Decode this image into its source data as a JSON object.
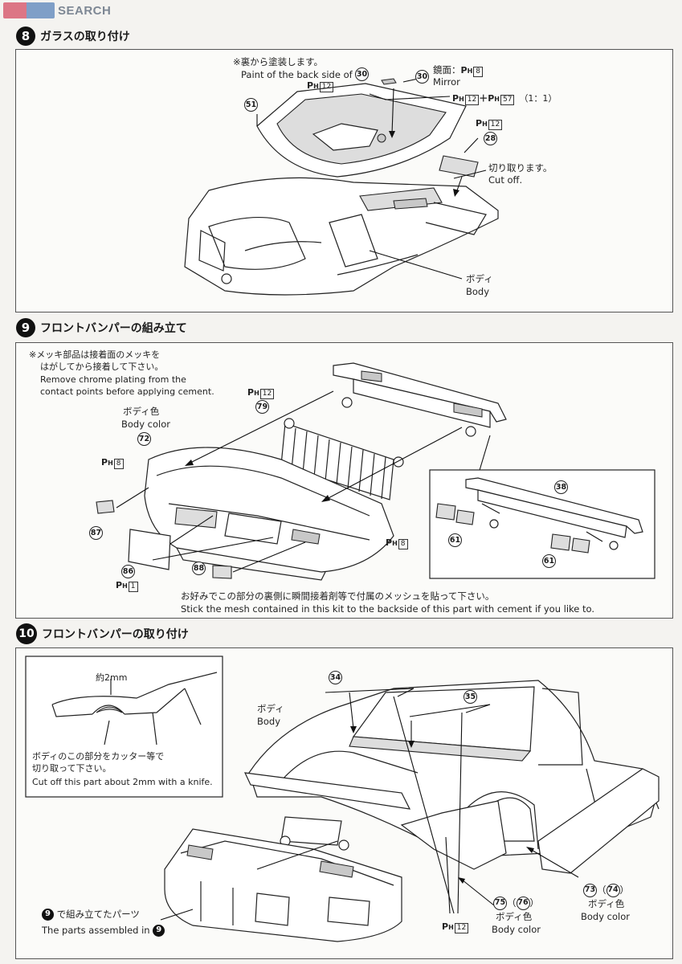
{
  "watermark": {
    "text": "SEARCH"
  },
  "steps": [
    {
      "number": "8",
      "title": "ガラスの取り付け"
    },
    {
      "number": "9",
      "title": "フロントバンパーの組み立て"
    },
    {
      "number": "10",
      "title": "フロントバンパーの取り付け"
    }
  ],
  "step8": {
    "note_jp": "※裏から塗装します。",
    "note_en": "Paint of the back side of",
    "mirror_jp": "鏡面：",
    "mirror_en": "Mirror",
    "mix_ratio": "（1：1）",
    "cut_jp": "切り取ります。",
    "cut_en": "Cut off.",
    "body_jp": "ボディ",
    "body_en": "Body",
    "parts": {
      "p30": "30",
      "p51": "51",
      "p28": "28"
    },
    "paints": {
      "ph": "P",
      "ph_sub": "H",
      "c12": "12",
      "c8": "8",
      "c57": "57",
      "plus": "＋"
    }
  },
  "step9": {
    "note_jp_1": "※メッキ部品は接着面のメッキを",
    "note_jp_2": "はがしてから接着して下さい。",
    "note_en_1": "Remove chrome plating from the",
    "note_en_2": "contact points before applying cement.",
    "bodycolor_jp": "ボディ色",
    "bodycolor_en": "Body color",
    "mesh_jp": "お好みでこの部分の裏側に瞬間接着剤等で付属のメッシュを貼って下さい。",
    "mesh_en": "Stick the mesh contained in this kit to the backside of this part with cement if you like to.",
    "parts": {
      "p79": "79",
      "p72": "72",
      "p87": "87",
      "p86": "86",
      "p88": "88",
      "p38": "38",
      "p61": "61"
    },
    "paints": {
      "c12": "12",
      "c8": "8",
      "c1": "1"
    }
  },
  "step10": {
    "measure": "約2mm",
    "cut_jp_1": "ボディのこの部分をカッター等で",
    "cut_jp_2": "切り取って下さい。",
    "cut_en": "Cut off this part about 2mm with a knife.",
    "body_jp": "ボディ",
    "body_en": "Body",
    "assembled_jp": "で組み立てたパーツ",
    "assembled_en": "The parts assembled in",
    "ref_step": "9",
    "bodycolor_jp": "ボディ色",
    "bodycolor_en": "Body color",
    "parts": {
      "p34": "34",
      "p35": "35",
      "p75": "75",
      "p76": "76",
      "p73": "73",
      "p74": "74"
    },
    "paints": {
      "c12": "12"
    }
  }
}
